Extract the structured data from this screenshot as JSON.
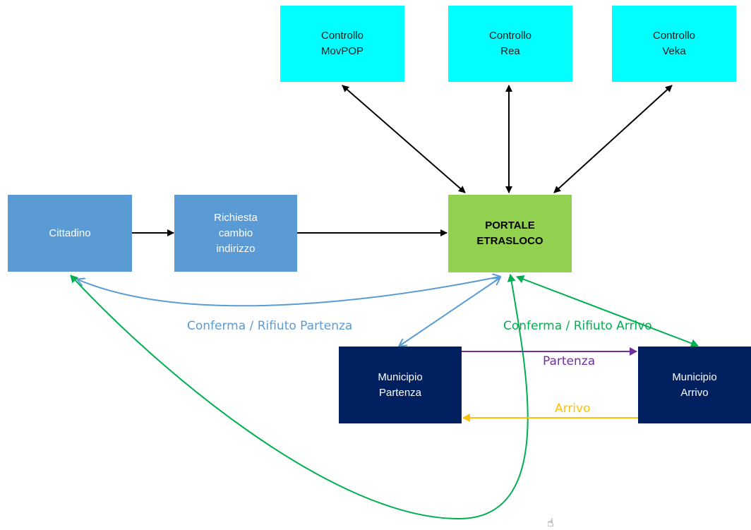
{
  "nodes": {
    "controllo_movpop": "Controllo\nMovPOP",
    "controllo_rea": "Controllo\nRea",
    "controllo_veka": "Controllo\nVeka",
    "cittadino": "Cittadino",
    "richiesta": "Richiesta\ncambio\nindirizzo",
    "portale": "PORTALE\nETRASLOCO",
    "municipio_partenza": "Municipio\nPartenza",
    "municipio_arrivo": "Municipio\nArrivo"
  },
  "labels": {
    "conferma_partenza": "Conferma / Rifiuto Partenza",
    "conferma_arrivo": "Conferma / Rifiuto Arrivo",
    "partenza": "Partenza",
    "arrivo": "Arrivo"
  },
  "colors": {
    "cyan": "#00ffff",
    "light_blue": "#5b9bd5",
    "green": "#92d050",
    "navy": "#002060",
    "edge_blue": "#5b9bd5",
    "edge_green": "#00b050",
    "edge_purple": "#7030a0",
    "edge_orange": "#ffc000",
    "edge_black": "#000000"
  },
  "icons": {
    "cursor": "hand-cursor-icon"
  }
}
